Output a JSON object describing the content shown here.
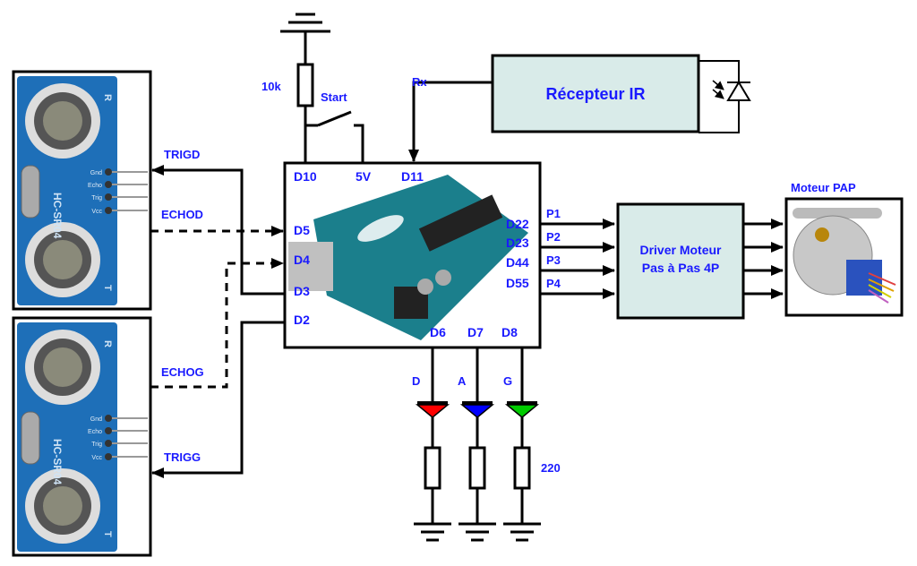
{
  "title": "",
  "sensors": [
    {
      "model": "HC-SR04",
      "pins": [
        "Gnd",
        "Echo",
        "Trig",
        "Vcc"
      ],
      "marks": [
        "R",
        "T"
      ]
    },
    {
      "model": "HC-SR04",
      "pins": [
        "Gnd",
        "Echo",
        "Trig",
        "Vcc"
      ],
      "marks": [
        "R",
        "T"
      ]
    }
  ],
  "signals": {
    "trigd": "TRIGD",
    "echod": "ECHOD",
    "echog": "ECHOG",
    "trigg": "TRIGG"
  },
  "top": {
    "resistor": "10k",
    "switch": "Start",
    "rx": "Rx"
  },
  "receiver": {
    "label": "Récepteur IR"
  },
  "arduino": {
    "pins": {
      "d10": "D10",
      "v5": "5V",
      "d11": "D11",
      "d5": "D5",
      "d4": "D4",
      "d3": "D3",
      "d2": "D2",
      "d22": "D22",
      "d23": "D23",
      "d44": "D44",
      "d55": "D55",
      "d6": "D6",
      "d7": "D7",
      "d8": "D8"
    }
  },
  "phases": [
    "P1",
    "P2",
    "P3",
    "P4"
  ],
  "driver": {
    "line1": "Driver Moteur",
    "line2": "Pas à Pas 4P"
  },
  "motor": {
    "label": "Moteur PAP"
  },
  "leds": [
    {
      "label": "D",
      "color": "#ff0000"
    },
    {
      "label": "A",
      "color": "#0000ff"
    },
    {
      "label": "G",
      "color": "#00cc00"
    }
  ],
  "resistor_value": "220",
  "colors": {
    "label": "#1a1aff",
    "box_fill": "#d9ebe9",
    "sensor_blue": "#1e6fb8",
    "board": "#1b7f8c"
  }
}
